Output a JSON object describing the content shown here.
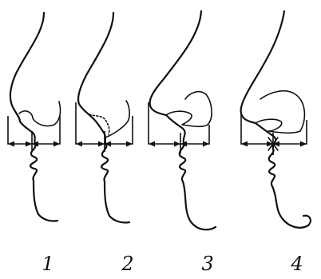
{
  "figures": [
    {
      "label": "1"
    },
    {
      "label": "2"
    },
    {
      "label": "3"
    },
    {
      "label": "4"
    }
  ],
  "colors": {
    "ink": "#111111",
    "background": "#ffffff"
  }
}
